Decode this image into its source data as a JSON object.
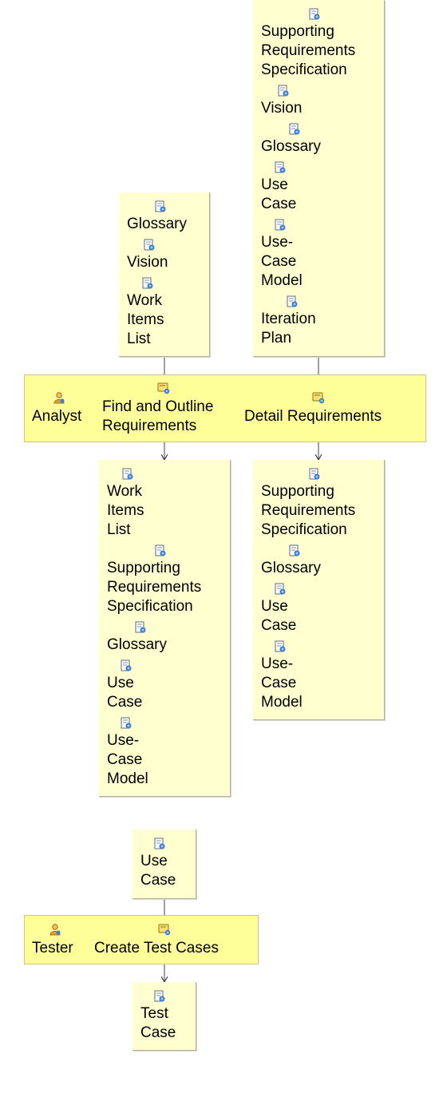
{
  "colors": {
    "artifact_box": "#ffffd0",
    "band": "#ffff99",
    "line": "#404040"
  },
  "icons": {
    "artifact": "artifact-document-icon",
    "role": "role-person-icon",
    "task": "task-icon"
  },
  "requirements": {
    "top_inputs_left": [
      "Glossary",
      "Vision",
      "Work\nItems\nList"
    ],
    "top_inputs_right": [
      "Supporting\nRequirements\nSpecification",
      "Vision",
      "Glossary",
      "Use\nCase",
      "Use-\nCase\nModel",
      "Iteration\nPlan"
    ],
    "role": "Analyst",
    "task_find": "Find and Outline\nRequirements",
    "task_detail": "Detail Requirements",
    "outputs_left": [
      "Work\nItems\nList",
      "Supporting\nRequirements\nSpecification",
      "Glossary",
      "Use\nCase",
      "Use-\nCase\nModel"
    ],
    "outputs_right": [
      "Supporting\nRequirements\nSpecification",
      "Glossary",
      "Use\nCase",
      "Use-\nCase\nModel"
    ]
  },
  "testing": {
    "input": "Use\nCase",
    "role": "Tester",
    "task": "Create Test Cases",
    "output": "Test\nCase"
  }
}
